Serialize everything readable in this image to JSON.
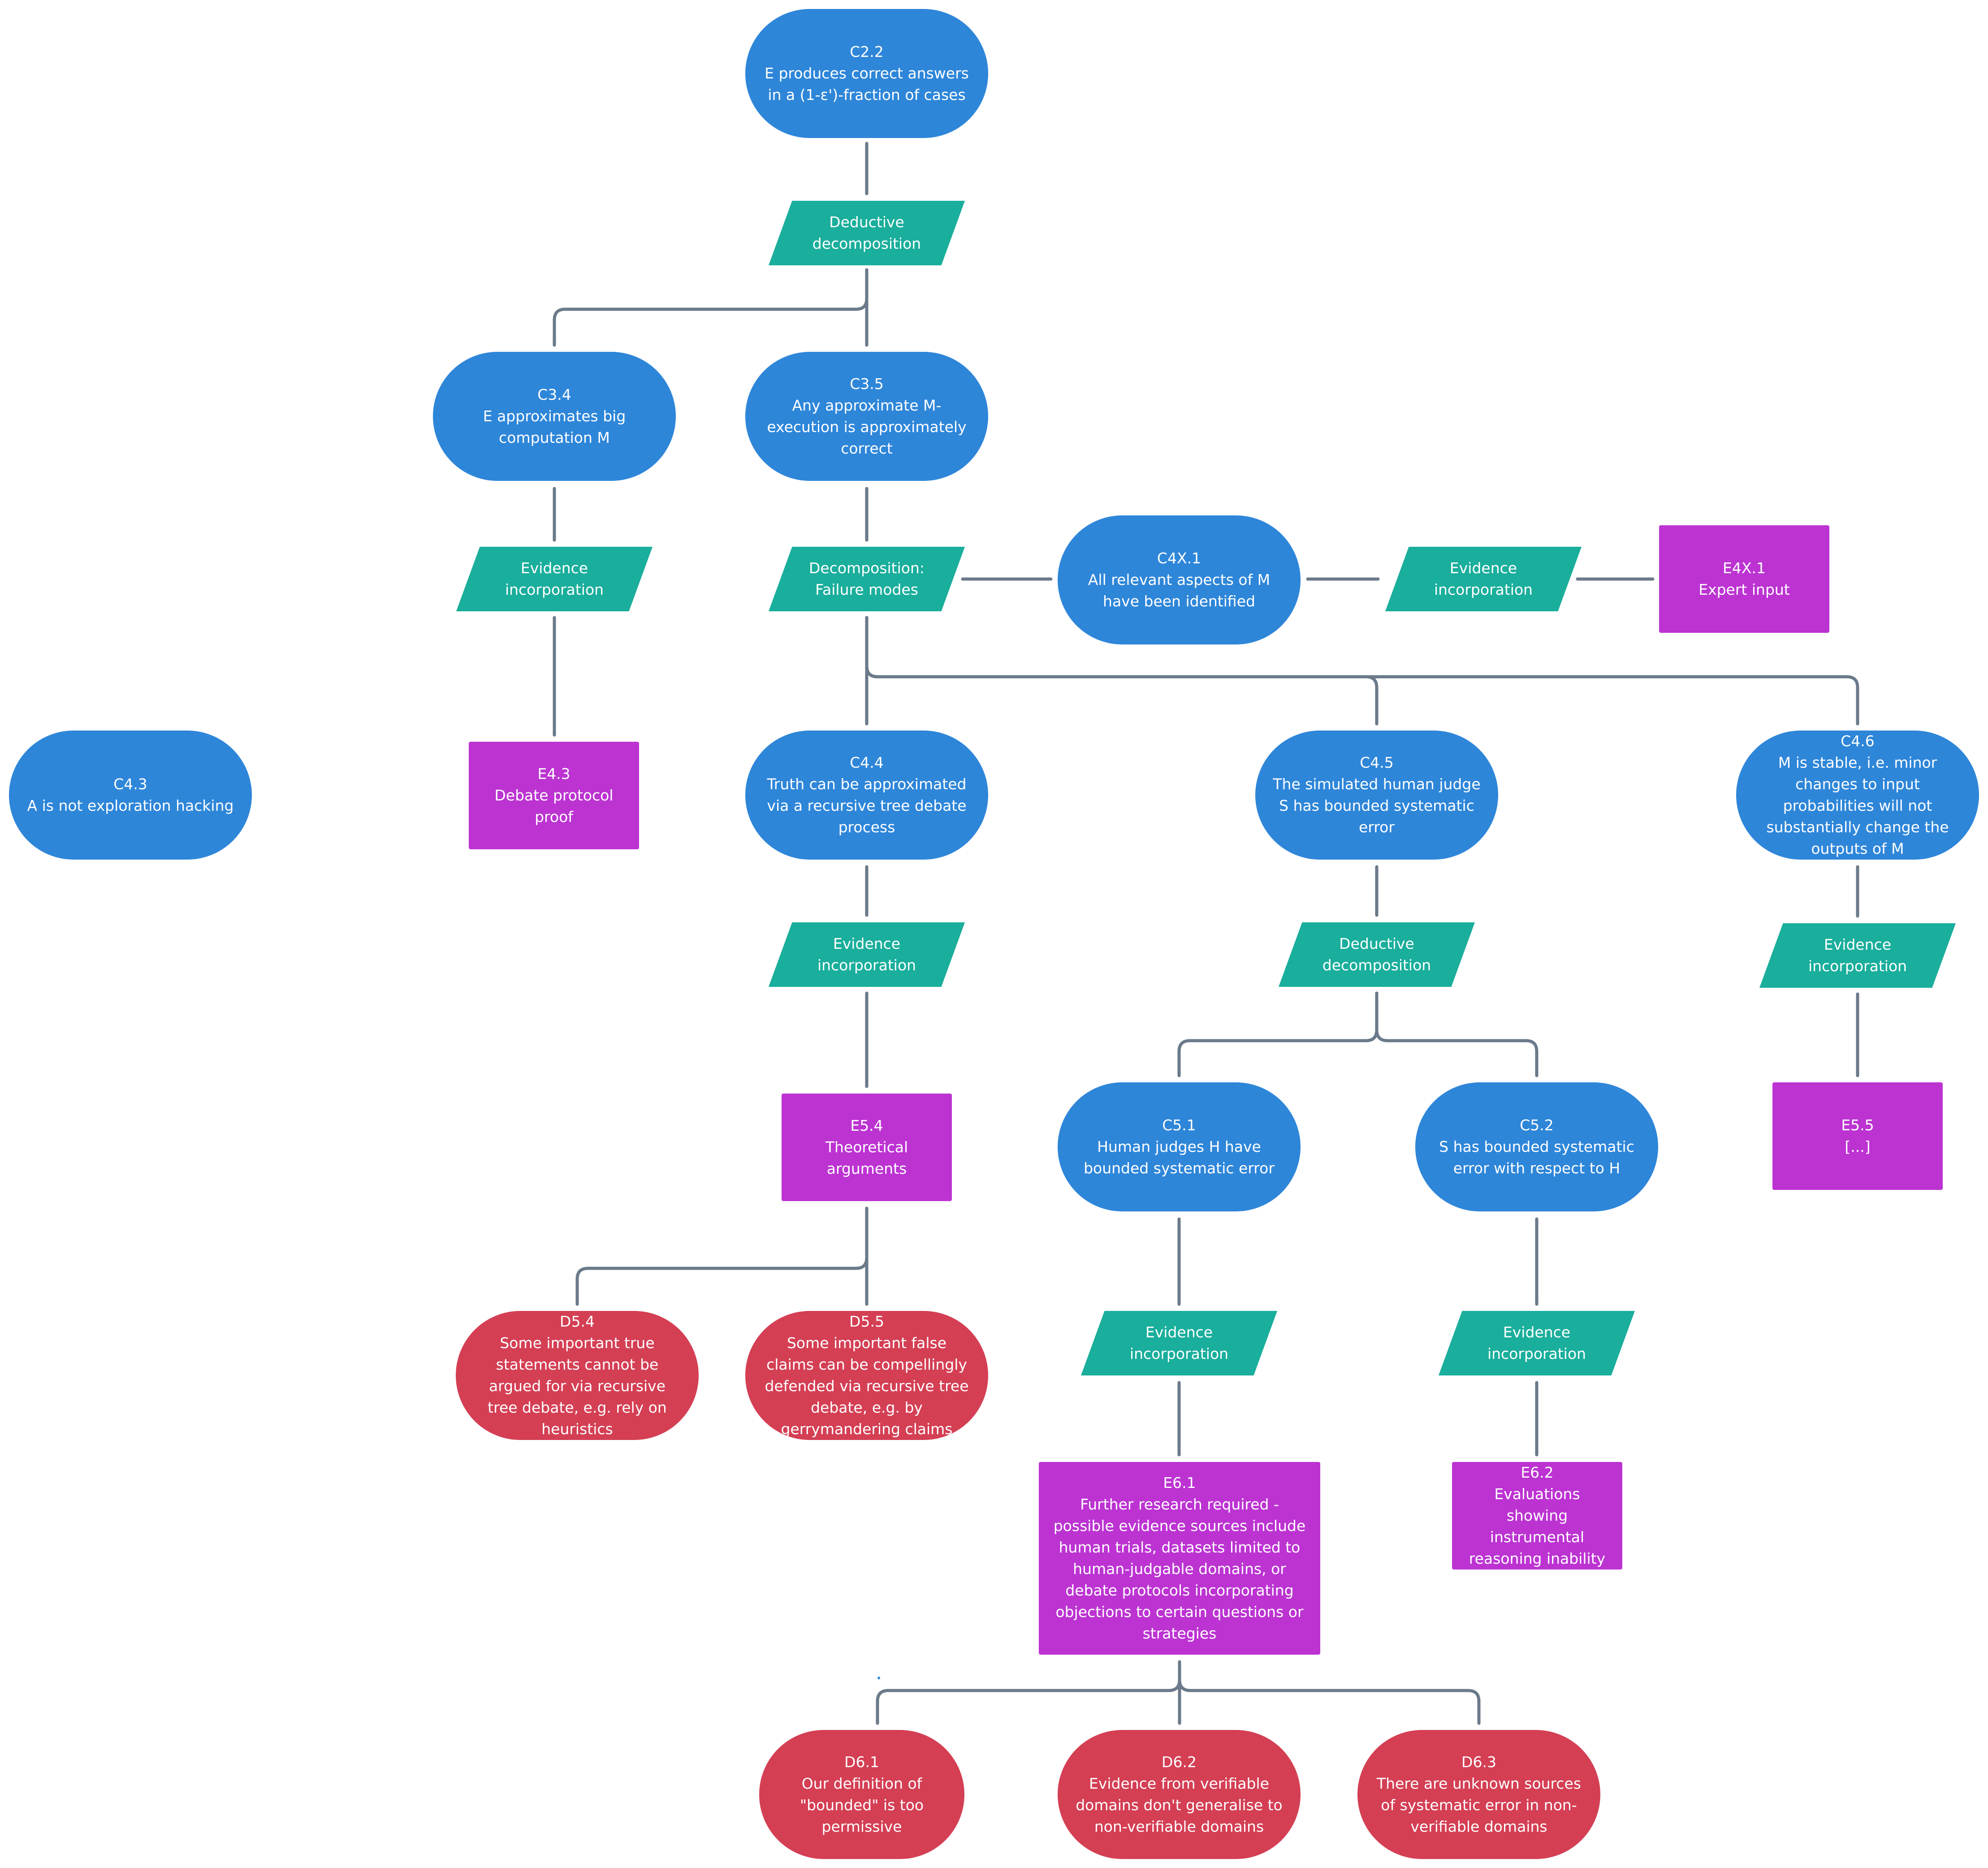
{
  "colors": {
    "claim": "#2e86d9",
    "strategy": "#1aae9c",
    "evidence": "#bc33d2",
    "defeater": "#d43f54",
    "connector": "#6b7a8a"
  },
  "nodes": {
    "c2_2": {
      "id": "C2.2",
      "text": "E produces correct answers in a (1-ε')-fraction of cases"
    },
    "s_deductive_1": {
      "text": "Deductive decomposition"
    },
    "c3_4": {
      "id": "C3.4",
      "text": "E approximates big computation M"
    },
    "c3_5": {
      "id": "C3.5",
      "text": "Any approximate M-execution is approximately correct"
    },
    "s_evidence_c34": {
      "text": "Evidence incorporation"
    },
    "s_failure_modes": {
      "text": "Decomposition: Failure modes"
    },
    "c4x_1": {
      "id": "C4X.1",
      "text": "All relevant aspects of M have been identified"
    },
    "s_evidence_c4x1": {
      "text": "Evidence incorporation"
    },
    "e4x_1": {
      "id": "E4X.1",
      "text": "Expert input"
    },
    "c4_3": {
      "id": "C4.3",
      "text": "A is not exploration hacking"
    },
    "e4_3": {
      "id": "E4.3",
      "text": "Debate protocol proof"
    },
    "c4_4": {
      "id": "C4.4",
      "text": "Truth can be approximated via a recursive tree debate process"
    },
    "c4_5": {
      "id": "C4.5",
      "text": "The simulated human judge S has bounded systematic error"
    },
    "c4_6": {
      "id": "C4.6",
      "text": "M is stable, i.e. minor changes to input probabilities will not substantially change the outputs of M"
    },
    "s_evidence_c44": {
      "text": "Evidence incorporation"
    },
    "s_deductive_2": {
      "text": "Deductive decomposition"
    },
    "s_evidence_c46": {
      "text": "Evidence incorporation"
    },
    "e5_4": {
      "id": "E5.4",
      "text": "Theoretical arguments"
    },
    "c5_1": {
      "id": "C5.1",
      "text": "Human judges H have bounded systematic error"
    },
    "c5_2": {
      "id": "C5.2",
      "text": "S has bounded systematic error with respect to H"
    },
    "e5_5": {
      "id": "E5.5",
      "text": "[...]"
    },
    "d5_4": {
      "id": "D5.4",
      "text": "Some important true statements cannot be argued for via recursive tree debate, e.g. rely on heuristics"
    },
    "d5_5": {
      "id": "D5.5",
      "text": "Some important false claims can be compellingly defended via recursive tree debate, e.g. by gerrymandering claims"
    },
    "s_evidence_c51": {
      "text": "Evidence incorporation"
    },
    "s_evidence_c52": {
      "text": "Evidence incorporation"
    },
    "e6_1": {
      "id": "E6.1",
      "text": "Further research required - possible evidence sources include human trials, datasets limited to human-judgable domains, or debate protocols incorporating objections to certain questions or strategies"
    },
    "e6_2": {
      "id": "E6.2",
      "text": "Evaluations showing instrumental reasoning inability"
    },
    "d6_1": {
      "id": "D6.1",
      "text": "Our definition of \"bounded\" is too permissive"
    },
    "d6_2": {
      "id": "D6.2",
      "text": "Evidence from verifiable domains don't generalise to non-verifiable domains"
    },
    "d6_3": {
      "id": "D6.3",
      "text": "There are unknown sources of systematic error in non-verifiable domains"
    }
  }
}
